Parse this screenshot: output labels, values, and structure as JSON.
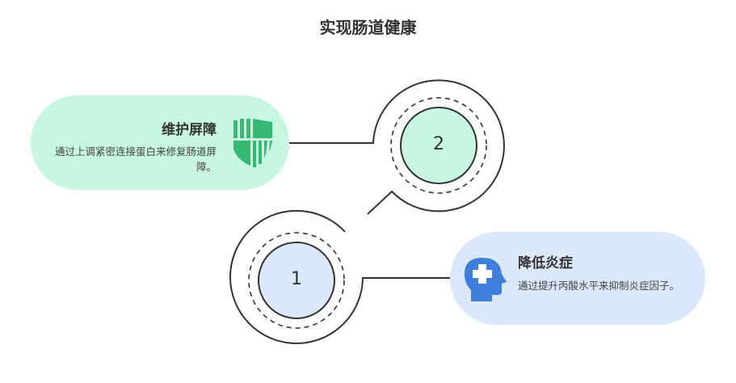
{
  "title": "实现肠道健康",
  "steps": [
    {
      "number": "1",
      "heading": "降低炎症",
      "description": "通过提升丙酸水平来抑制炎症因子。",
      "icon": "head-medical-cross-icon",
      "color": "#dbe7fc",
      "icon_color": "#3f7fdc"
    },
    {
      "number": "2",
      "heading": "维护屏障",
      "description": "通过上调紧密连接蛋白来修复肠道屏障。",
      "icon": "shield-icon",
      "color": "#c8f7e1",
      "icon_color": "#35b872"
    }
  ]
}
